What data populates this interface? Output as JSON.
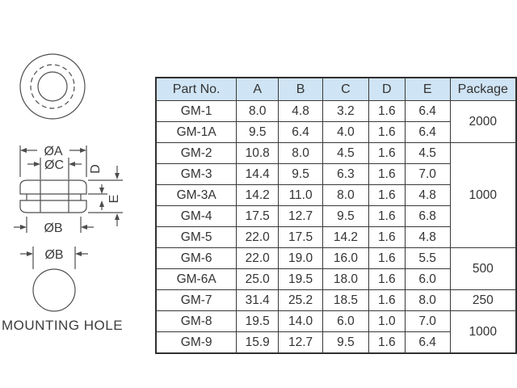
{
  "colors": {
    "header_bg": "#cfe4f4",
    "table_border": "#383838",
    "text": "#333333",
    "line": "#4d4d4d"
  },
  "diagram": {
    "labels": {
      "dia_a": "ØA",
      "dia_c": "ØC",
      "dim_d": "D",
      "dim_e": "E",
      "dia_b_section": "ØB",
      "dia_b_hole": "ØB",
      "caption": "MOUNTING HOLE"
    }
  },
  "table": {
    "columns": [
      "Part No.",
      "A",
      "B",
      "C",
      "D",
      "E",
      "Package"
    ],
    "rows": [
      {
        "part": "GM-1",
        "a": "8.0",
        "b": "4.8",
        "c": "3.2",
        "d": "1.6",
        "e": "6.4"
      },
      {
        "part": "GM-1A",
        "a": "9.5",
        "b": "6.4",
        "c": "4.0",
        "d": "1.6",
        "e": "6.4"
      },
      {
        "part": "GM-2",
        "a": "10.8",
        "b": "8.0",
        "c": "4.5",
        "d": "1.6",
        "e": "4.5"
      },
      {
        "part": "GM-3",
        "a": "14.4",
        "b": "9.5",
        "c": "6.3",
        "d": "1.6",
        "e": "7.0"
      },
      {
        "part": "GM-3A",
        "a": "14.2",
        "b": "11.0",
        "c": "8.0",
        "d": "1.6",
        "e": "4.8"
      },
      {
        "part": "GM-4",
        "a": "17.5",
        "b": "12.7",
        "c": "9.5",
        "d": "1.6",
        "e": "6.8"
      },
      {
        "part": "GM-5",
        "a": "22.0",
        "b": "17.5",
        "c": "14.2",
        "d": "1.6",
        "e": "4.8"
      },
      {
        "part": "GM-6",
        "a": "22.0",
        "b": "19.0",
        "c": "16.0",
        "d": "1.6",
        "e": "5.5"
      },
      {
        "part": "GM-6A",
        "a": "25.0",
        "b": "19.5",
        "c": "18.0",
        "d": "1.6",
        "e": "6.0"
      },
      {
        "part": "GM-7",
        "a": "31.4",
        "b": "25.2",
        "c": "18.5",
        "d": "1.6",
        "e": "8.0"
      },
      {
        "part": "GM-8",
        "a": "19.5",
        "b": "14.0",
        "c": "6.0",
        "d": "1.0",
        "e": "7.0"
      },
      {
        "part": "GM-9",
        "a": "15.9",
        "b": "12.7",
        "c": "9.5",
        "d": "1.6",
        "e": "6.4"
      }
    ],
    "package_groups": [
      {
        "label": "2000",
        "rows": 2
      },
      {
        "label": "1000",
        "rows": 5
      },
      {
        "label": "500",
        "rows": 2
      },
      {
        "label": "250",
        "rows": 1
      },
      {
        "label": "1000",
        "rows": 2
      }
    ]
  }
}
